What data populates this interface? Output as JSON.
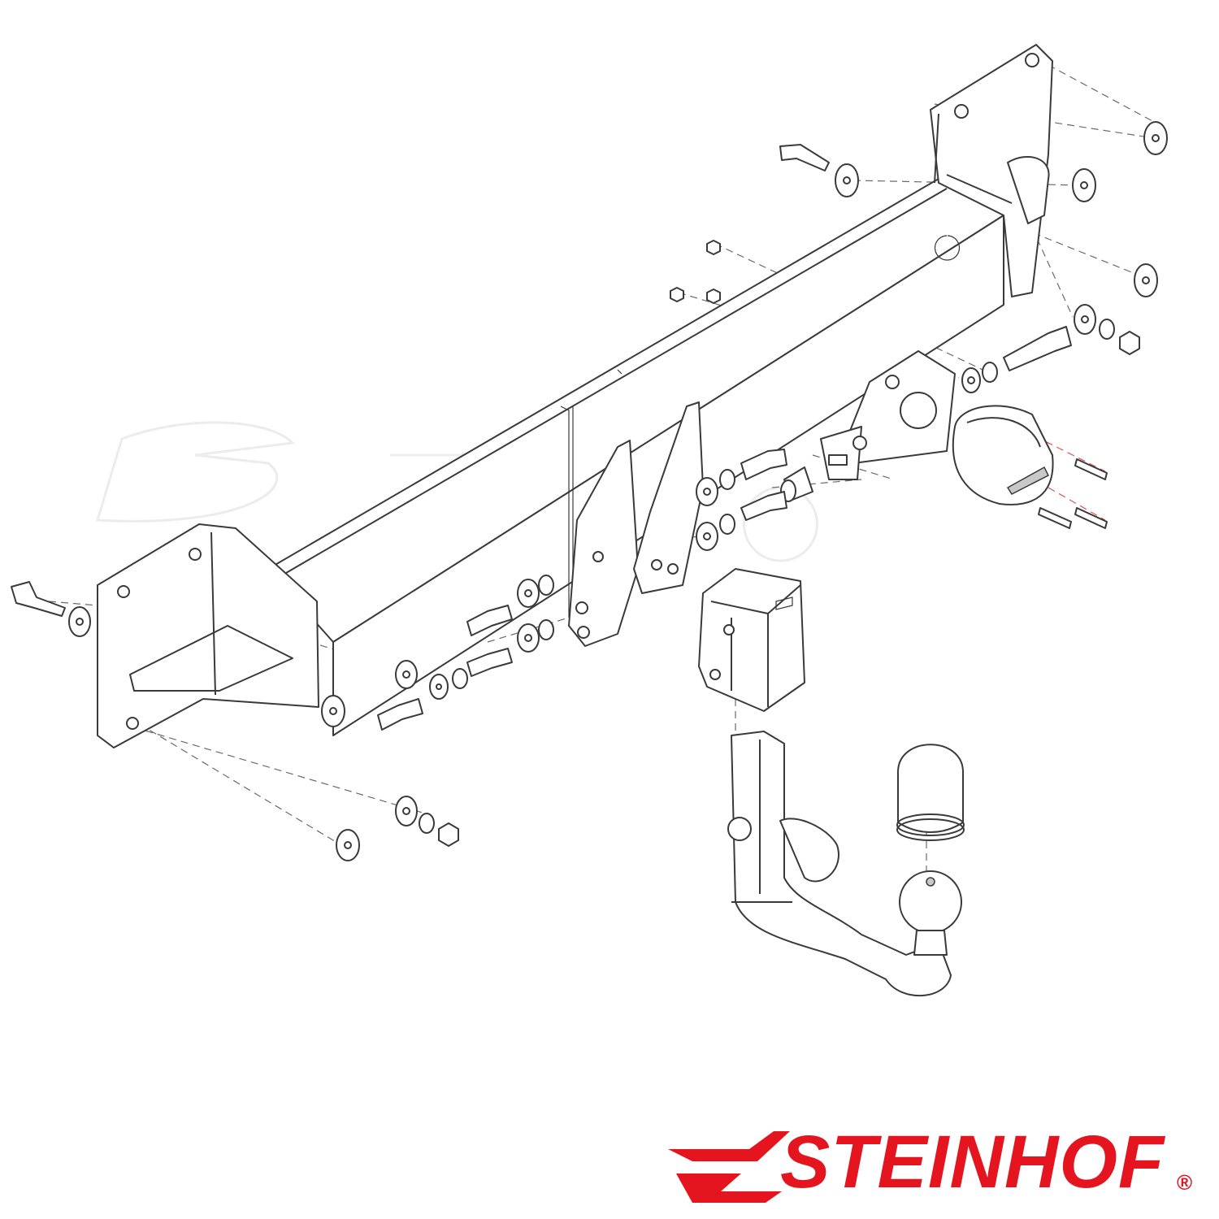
{
  "diagram": {
    "type": "exploded-assembly-drawing",
    "components": [
      "crossbar",
      "right-mounting-plate",
      "left-mounting-plate",
      "center-brackets",
      "receiver-socket",
      "detachable-ball-neck",
      "ball-cover-cap",
      "electrical-socket",
      "socket-bracket",
      "spacer-sleeves",
      "bolts",
      "washers",
      "nuts"
    ]
  },
  "brand": {
    "name": "STEINHOF",
    "registered_mark": "®",
    "color": "#e4151f",
    "watermark_color": "#ececec"
  },
  "colors": {
    "line": "#3a3a3a",
    "dash": "#6a6a6a",
    "accent_dash": "#d9534f",
    "background": "#ffffff"
  }
}
